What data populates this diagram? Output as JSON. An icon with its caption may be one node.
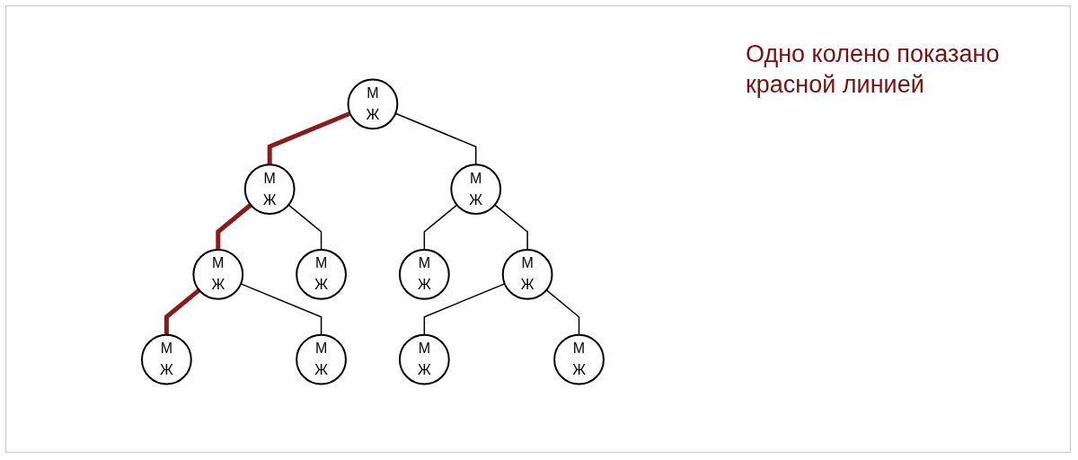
{
  "diagram": {
    "title": "Одно колено показано красной линией",
    "nodes": [
      {
        "text": [
          "М",
          "Ж"
        ]
      },
      {
        "text": [
          "М",
          "Ж"
        ]
      },
      {
        "text": [
          "М",
          "Ж"
        ]
      },
      {
        "text": [
          "М",
          "Ж"
        ]
      },
      {
        "text": [
          "М",
          "Ж"
        ]
      },
      {
        "text": [
          "М",
          "Ж"
        ]
      },
      {
        "text": [
          "М",
          "Ж"
        ]
      },
      {
        "text": [
          "М",
          "Ж"
        ]
      },
      {
        "text": [
          "М",
          "Ж"
        ]
      },
      {
        "text": [
          "М",
          "Ж"
        ]
      },
      {
        "text": [
          "М",
          "Ж"
        ]
      }
    ],
    "edges": [
      {
        "from": 0,
        "to": 1,
        "arrow": "none",
        "style": "thick",
        "color": "#8b1a1a"
      },
      {
        "from": 0,
        "to": 2,
        "arrow": "none"
      },
      {
        "from": 1,
        "to": 3,
        "arrow": "none",
        "style": "thick",
        "color": "#8b1a1a"
      },
      {
        "from": 1,
        "to": 4,
        "arrow": "none"
      },
      {
        "from": 2,
        "to": 5,
        "arrow": "none"
      },
      {
        "from": 2,
        "to": 6,
        "arrow": "none"
      },
      {
        "from": 3,
        "to": 7,
        "arrow": "none",
        "style": "thick",
        "color": "#8b1a1a"
      },
      {
        "from": 3,
        "to": 8,
        "arrow": "none"
      },
      {
        "from": 6,
        "to": 9,
        "arrow": "none"
      },
      {
        "from": 6,
        "to": 10,
        "arrow": "none"
      }
    ]
  }
}
